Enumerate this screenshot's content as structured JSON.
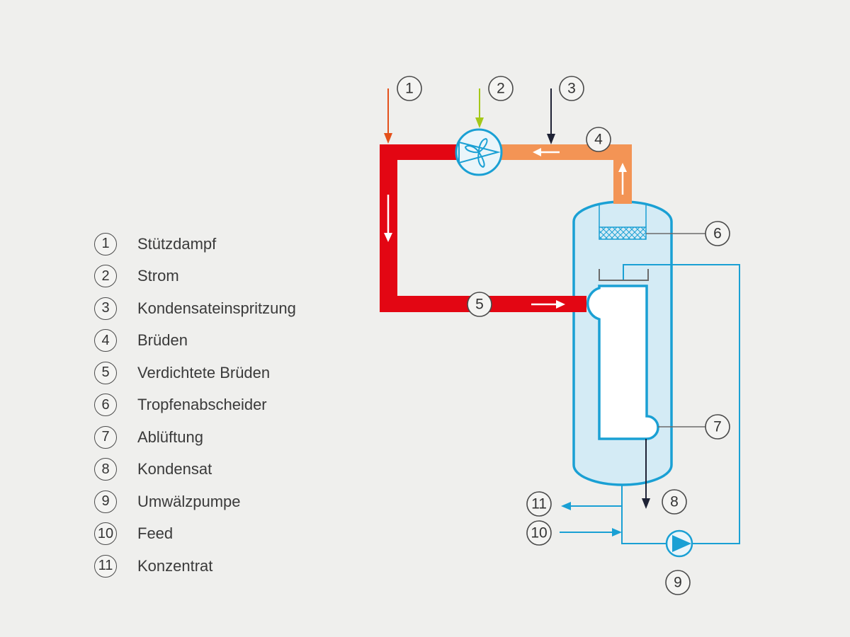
{
  "legend": [
    {
      "num": "1",
      "label": "Stützdampf"
    },
    {
      "num": "2",
      "label": "Strom"
    },
    {
      "num": "3",
      "label": "Kondensateinspritzung"
    },
    {
      "num": "4",
      "label": "Brüden"
    },
    {
      "num": "5",
      "label": "Verdichtete Brüden"
    },
    {
      "num": "6",
      "label": "Tropfenabscheider"
    },
    {
      "num": "7",
      "label": "Ablüftung"
    },
    {
      "num": "8",
      "label": "Kondensat"
    },
    {
      "num": "9",
      "label": "Umwälzpumpe"
    },
    {
      "num": "10",
      "label": "Feed"
    },
    {
      "num": "11",
      "label": "Konzentrat"
    }
  ],
  "colors": {
    "background": "#efefed",
    "compressed_vapor": "#e30613",
    "vapor": "#f39455",
    "support_steam": "#e4501a",
    "power": "#a5c819",
    "condensate_injection": "#1e2235",
    "process_line": "#1aa0d4",
    "vessel_fill": "#d4ebf5"
  },
  "icons": {
    "compressor": "fan-compressor-icon",
    "pump": "circulation-pump-icon",
    "separator": "mesh-demister-icon"
  }
}
